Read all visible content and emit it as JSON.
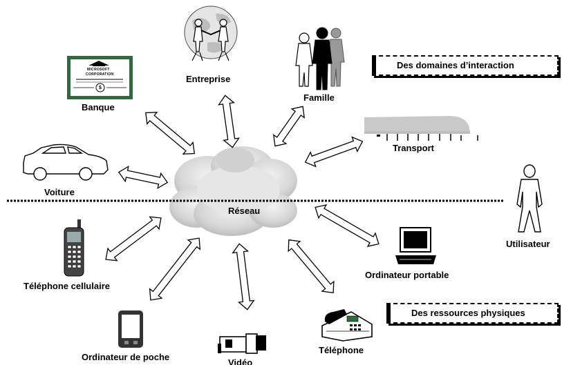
{
  "labels": {
    "banque": "Banque",
    "entreprise": "Entreprise",
    "famille": "Famille",
    "transport": "Transport",
    "voiture": "Voiture",
    "reseau": "Réseau",
    "utilisateur": "Utilisateur",
    "telephone_cellulaire": "Téléphone cellulaire",
    "ordinateur_portable": "Ordinateur portable",
    "ordinateur_de_poche": "Ordinateur de poche",
    "video": "Vidéo",
    "telephone": "Téléphone"
  },
  "tags": {
    "domaines": "Des domaines d’interaction",
    "ressources": "Des ressources physiques"
  },
  "certificate": {
    "line1": "MICROSOFT",
    "line2": "CORPORATION",
    "currency": "$"
  },
  "icons": {
    "banque": "bank-certificate-icon",
    "entreprise": "globe-handshake-icon",
    "famille": "family-people-icon",
    "transport": "train-icon",
    "voiture": "car-icon",
    "reseau": "cloud-network-icon",
    "utilisateur": "user-person-icon",
    "telephone_cellulaire": "cell-phone-icon",
    "ordinateur_portable": "laptop-icon",
    "ordinateur_de_poche": "pda-icon",
    "video": "video-camera-icon",
    "telephone": "desk-phone-icon"
  },
  "colors": {
    "certificate_border": "#2e6b3a",
    "cloud": "#d8d8d8",
    "train": "#c9c9c9"
  }
}
